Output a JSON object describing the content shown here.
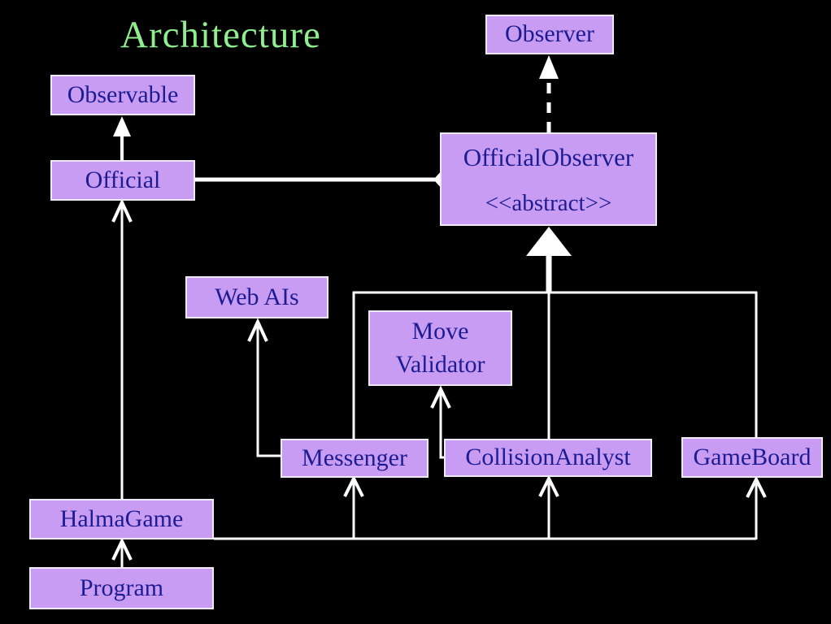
{
  "title": "Architecture",
  "colors": {
    "background": "#000000",
    "box_fill": "#c99cf3",
    "box_border": "#efeaf7",
    "box_text": "#1d1c92",
    "title_text": "#90ee90",
    "connector": "#ffffff"
  },
  "nodes": {
    "observer": {
      "label": "Observer"
    },
    "observable": {
      "label": "Observable"
    },
    "official": {
      "label": "Official"
    },
    "official_observer": {
      "label": "OfficialObserver",
      "stereotype": "<<abstract>>"
    },
    "web_ais": {
      "label": "Web AIs"
    },
    "move_validator": {
      "label": "Move Validator"
    },
    "messenger": {
      "label": "Messenger"
    },
    "collision_analyst": {
      "label": "CollisionAnalyst"
    },
    "game_board": {
      "label": "GameBoard"
    },
    "halma_game": {
      "label": "HalmaGame"
    },
    "program": {
      "label": "Program"
    }
  },
  "edges": [
    {
      "from": "official",
      "to": "observable",
      "line": "solid",
      "head": "filled-triangle"
    },
    {
      "from": "official_observer",
      "to": "observer",
      "line": "dashed",
      "head": "filled-triangle"
    },
    {
      "from": "official",
      "to": "official_observer",
      "line": "solid",
      "head": "aggregation-diamond-at-official_observer"
    },
    {
      "from": "messenger",
      "to": "official_observer",
      "line": "solid",
      "head": "large-filled-triangle"
    },
    {
      "from": "collision_analyst",
      "to": "official_observer",
      "line": "solid",
      "head": "large-filled-triangle"
    },
    {
      "from": "game_board",
      "to": "official_observer",
      "line": "solid",
      "head": "large-filled-triangle"
    },
    {
      "from": "messenger",
      "to": "web_ais",
      "line": "solid",
      "head": "open-arrow"
    },
    {
      "from": "collision_analyst",
      "to": "move_validator",
      "line": "solid",
      "head": "open-arrow"
    },
    {
      "from": "halma_game",
      "to": "official",
      "line": "solid",
      "head": "open-arrow"
    },
    {
      "from": "program",
      "to": "halma_game",
      "line": "solid",
      "head": "open-arrow"
    },
    {
      "from": "halma_game",
      "to": "messenger",
      "line": "solid",
      "head": "open-arrow"
    },
    {
      "from": "halma_game",
      "to": "collision_analyst",
      "line": "solid",
      "head": "open-arrow"
    },
    {
      "from": "halma_game",
      "to": "game_board",
      "line": "solid",
      "head": "open-arrow"
    }
  ]
}
